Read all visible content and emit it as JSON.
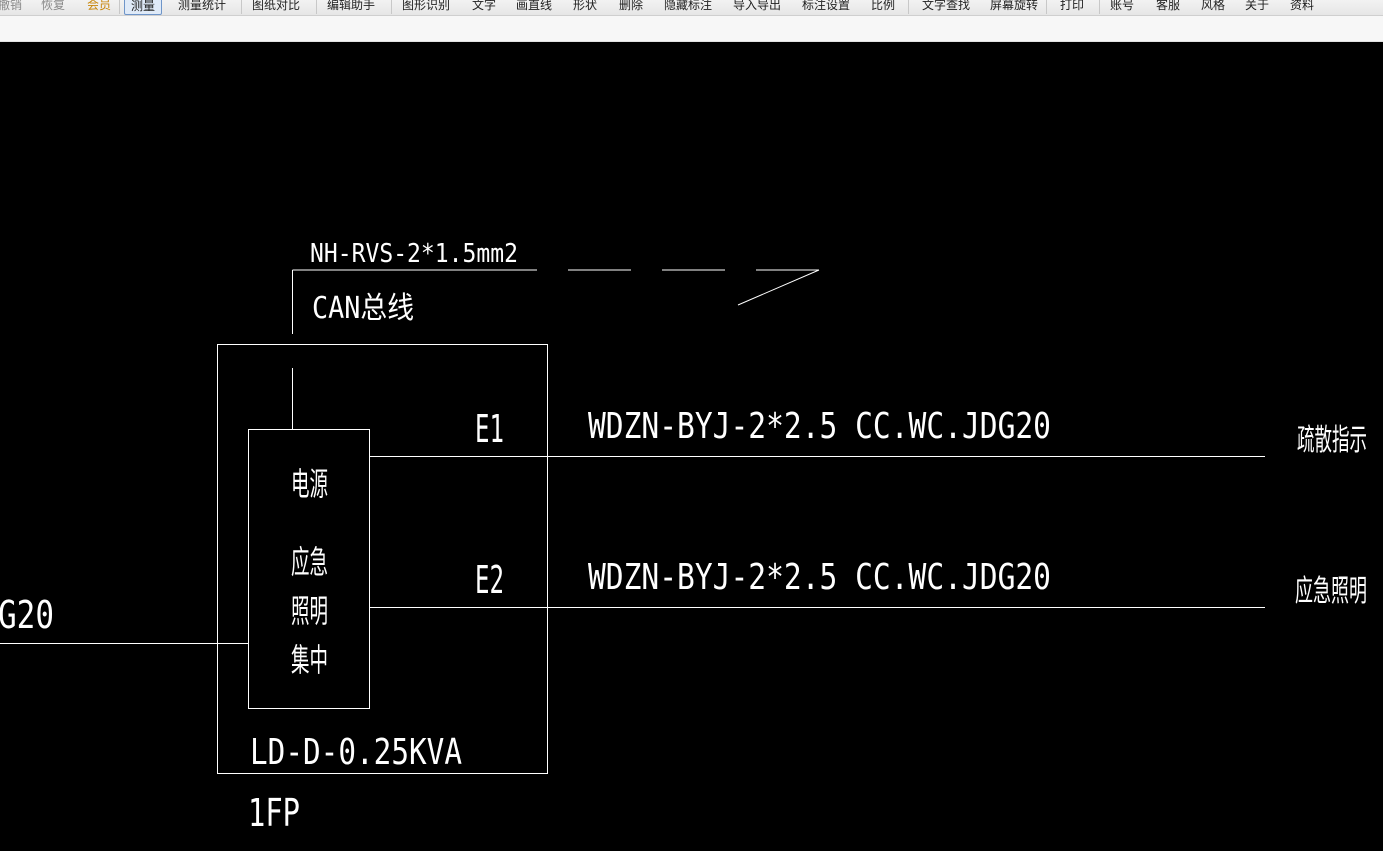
{
  "toolbar": {
    "items": [
      {
        "label": "撤销",
        "state": "disabled"
      },
      {
        "label": "恢复",
        "state": "disabled"
      },
      {
        "label": "会员",
        "state": "vip"
      },
      {
        "label": "测量",
        "state": "active"
      },
      {
        "label": "测量统计",
        "state": "normal"
      },
      {
        "label": "图纸对比",
        "state": "normal"
      },
      {
        "label": "编辑助手",
        "state": "normal"
      },
      {
        "label": "图形识别",
        "state": "normal"
      },
      {
        "label": "文字",
        "state": "normal"
      },
      {
        "label": "画直线",
        "state": "normal"
      },
      {
        "label": "形状",
        "state": "normal"
      },
      {
        "label": "删除",
        "state": "normal"
      },
      {
        "label": "隐藏标注",
        "state": "normal"
      },
      {
        "label": "导入导出",
        "state": "normal"
      },
      {
        "label": "标注设置",
        "state": "normal"
      },
      {
        "label": "比例",
        "state": "normal"
      },
      {
        "label": "文字查找",
        "state": "normal"
      },
      {
        "label": "屏幕旋转",
        "state": "normal"
      },
      {
        "label": "打印",
        "state": "normal"
      },
      {
        "label": "账号",
        "state": "normal"
      },
      {
        "label": "客服",
        "state": "normal"
      },
      {
        "label": "风格",
        "state": "normal"
      },
      {
        "label": "关于",
        "state": "normal"
      },
      {
        "label": "资料",
        "state": "normal"
      }
    ]
  },
  "drawing": {
    "bus_cable": "NH-RVS-2*1.5mm2",
    "bus_name": "CAN总线",
    "circuits": [
      {
        "id": "E1",
        "cable": "WDZN-BYJ-2*2.5  CC.WC.JDG20",
        "destination": "疏散指示"
      },
      {
        "id": "E2",
        "cable": "WDZN-BYJ-2*2.5  CC.WC.JDG20",
        "destination": "应急照明"
      }
    ],
    "inner_box_lines": [
      "电源",
      "应急",
      "照明",
      "集中"
    ],
    "capacity": "LD-D-0.25KVA",
    "panel_id": "1FP",
    "incoming_fragment": "G20"
  },
  "colors": {
    "canvas_bg": "#000000",
    "stroke": "#ffffff",
    "toolbar_bg": "#f0f0f0",
    "vip": "#c8860a"
  }
}
